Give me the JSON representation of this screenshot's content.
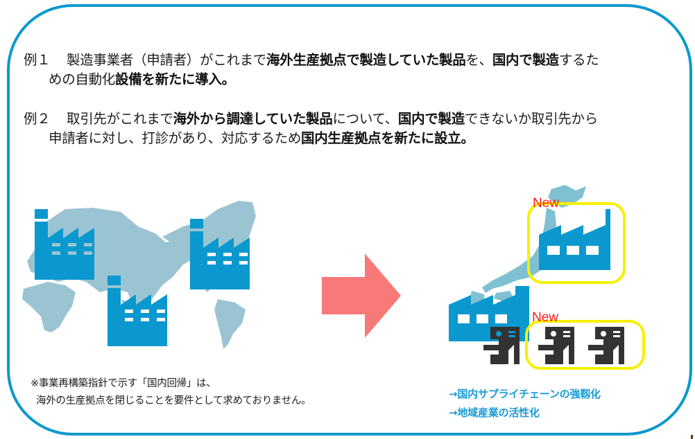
{
  "examples": [
    {
      "label": "例１",
      "line1": [
        {
          "text": "製造事業者（申請者）がこれまで",
          "bold": false
        },
        {
          "text": "海外生産拠点で製造していた製品",
          "bold": true
        },
        {
          "text": "を、",
          "bold": false
        },
        {
          "text": "国内で製造",
          "bold": true
        },
        {
          "text": "するた",
          "bold": false
        }
      ],
      "line2": [
        {
          "text": "めの自動化",
          "bold": false
        },
        {
          "text": "設備を新たに導入。",
          "bold": true
        }
      ]
    },
    {
      "label": "例２",
      "line1": [
        {
          "text": "取引先がこれまで",
          "bold": false
        },
        {
          "text": "海外から調達していた製品",
          "bold": true
        },
        {
          "text": "について、",
          "bold": false
        },
        {
          "text": "国内で製造",
          "bold": true
        },
        {
          "text": "できないか取引先から",
          "bold": false
        }
      ],
      "line2": [
        {
          "text": "申請者に対し、打診があり、対応するため",
          "bold": false
        },
        {
          "text": "国内生産拠点を新たに設立。",
          "bold": true
        }
      ]
    }
  ],
  "illustration": {
    "overseas_map": "world-map",
    "overseas_factories": 3,
    "arrow": "right-arrow",
    "domestic_map": "japan-map",
    "new_labels": [
      "New",
      "New"
    ],
    "new_factory_icon": "factory-icon",
    "new_machine_icons": 2,
    "existing_machine_icons": 1
  },
  "note": {
    "line1": "※事業再構築指針で示す「国内回帰」は、",
    "line2": "海外の生産拠点を閉じることを要件として求めておりません。"
  },
  "results": [
    "→国内サプライチェーンの強靱化",
    "→地域産業の活性化"
  ],
  "colors": {
    "frame": "#0a98cf",
    "factory": "#0a98cf",
    "map_world": "#9bc4d2",
    "map_japan": "#7fc1d1",
    "arrow": "#f77a78",
    "new_text": "#ff1a1a",
    "highlight_box": "#f6f000",
    "machine": "#333333",
    "result_text": "#1a9ad6"
  }
}
